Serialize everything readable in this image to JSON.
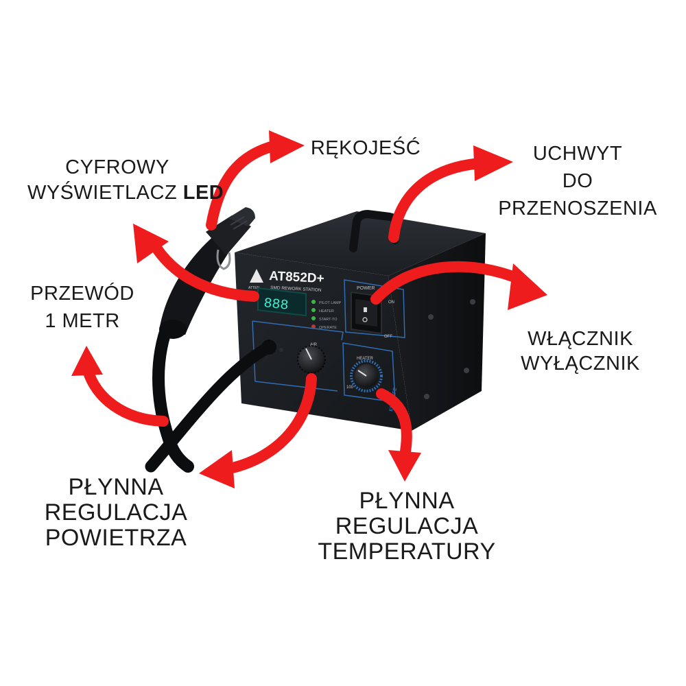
{
  "labels": {
    "display": {
      "line1": "CYFROWY",
      "line2": "WYŚWIETLACZ",
      "line2_bold": "LED"
    },
    "handle": {
      "line1": "RĘKOJEŚĆ"
    },
    "carry_handle": {
      "line1": "UCHWYT",
      "line2": "DO",
      "line3": "PRZENOSZENIA"
    },
    "cable": {
      "line1": "PRZEWÓD",
      "line2": "1 METR"
    },
    "power_switch": {
      "line1": "WŁĄCZNIK",
      "line2": "WYŁĄCZNIK"
    },
    "air_control": {
      "line1": "PŁYNNA",
      "line2": "REGULACJA",
      "line3": "POWIETRZA"
    },
    "temp_control": {
      "line1": "PŁYNNA",
      "line2": "REGULACJA",
      "line3": "TEMPERATURY"
    }
  },
  "device": {
    "model": "AT852D+",
    "subtitle": "SMD REWORK STATION",
    "brand": "ATTEN",
    "display_value": "888",
    "indicators": [
      "PILOT LAMP",
      "HEATER",
      "START-TO",
      "OPERATE"
    ],
    "power_label": "POWER",
    "on_label": "ON",
    "off_label": "OFF",
    "air_label": "AIR",
    "heater_label": "HEATER",
    "heater_max": "400",
    "heater_min": "100",
    "esd_label": "ESD SAFE"
  },
  "colors": {
    "arrow": "#ee1c1c",
    "body": "#17191c",
    "panel_line": "#2f6db5",
    "display_text": "#3cf0d2",
    "led_green": "#3fb84a",
    "led_red": "#c0392b"
  }
}
